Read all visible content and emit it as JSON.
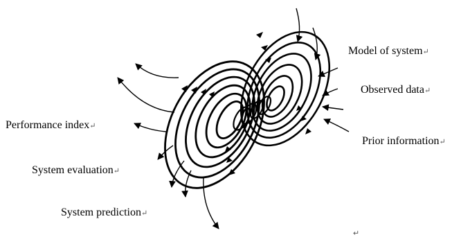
{
  "labels": {
    "model_of_system": "Model of system",
    "observed_data": "Observed data",
    "prior_information": "Prior information",
    "performance_index": "Performance index",
    "system_evaluation": "System evaluation",
    "system_prediction": "System prediction"
  },
  "return_mark": "↵",
  "colors": {
    "ink": "#000000",
    "background": "#ffffff"
  }
}
